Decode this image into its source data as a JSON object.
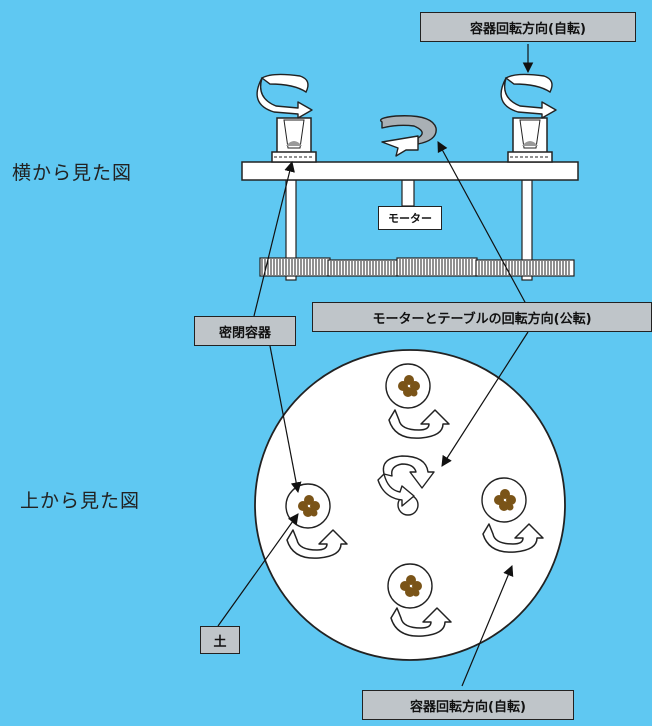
{
  "labels": {
    "side_view": "横から見た図",
    "top_view": "上から見た図",
    "container_rotation_top": "容器回転方向(自転)",
    "container_rotation_bottom": "容器回転方向(自転)",
    "motor": "モーター",
    "sealed_container": "密閉容器",
    "table_rotation": "モーターとテーブルの回転方向(公転)",
    "soil": "土"
  },
  "colors": {
    "background": "#5fc8f2",
    "label_box": "#bfc5c9",
    "rotation_arrow": "#a9b0b5",
    "soil": "#7a5418",
    "outline": "#222222"
  }
}
